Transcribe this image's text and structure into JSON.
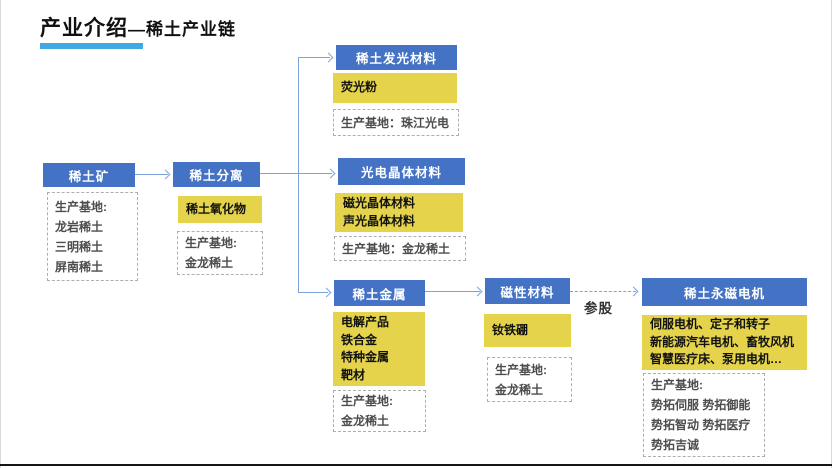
{
  "title": {
    "main": "产业介绍",
    "sub": "—稀土产业链"
  },
  "labels": {
    "equity": "参股"
  },
  "colors": {
    "header_blue": "#4472C4",
    "product_yellow": "#E5D44B",
    "connector_blue": "#7da3dc",
    "title_underline": "#3FA9E1",
    "base_text_gray": "#4d4d4d"
  },
  "nodes": {
    "mine": {
      "header": "稀土矿",
      "base": [
        "生产基地:",
        "龙岩稀土",
        "三明稀土",
        "屏南稀土"
      ]
    },
    "separation": {
      "header": "稀土分离",
      "products": [
        "稀土氧化物"
      ],
      "base": [
        "生产基地:",
        "金龙稀土"
      ]
    },
    "luminescent": {
      "header": "稀土发光材料",
      "products": [
        "荧光粉"
      ],
      "base": [
        "生产基地：珠江光电"
      ]
    },
    "crystal": {
      "header": "光电晶体材料",
      "products": [
        "磁光晶体材料",
        "声光晶体材料"
      ],
      "base": [
        "生产基地：金龙稀土"
      ]
    },
    "metal": {
      "header": "稀土金属",
      "products": [
        "电解产品",
        "铁合金",
        "特种金属",
        "靶材"
      ],
      "base": [
        "生产基地:",
        "金龙稀土"
      ]
    },
    "magnetic": {
      "header": "磁性材料",
      "products": [
        "钕铁硼"
      ],
      "base": [
        "生产基地:",
        "金龙稀土"
      ]
    },
    "motor": {
      "header": "稀土永磁电机",
      "products": [
        "伺服电机、定子和转子",
        "新能源汽车电机、畜牧风机",
        "智慧医疗床、泵用电机…"
      ],
      "base": [
        "生产基地:",
        "势拓伺服 势拓御能",
        "势拓智动 势拓医疗",
        "势拓吉诚"
      ]
    }
  }
}
